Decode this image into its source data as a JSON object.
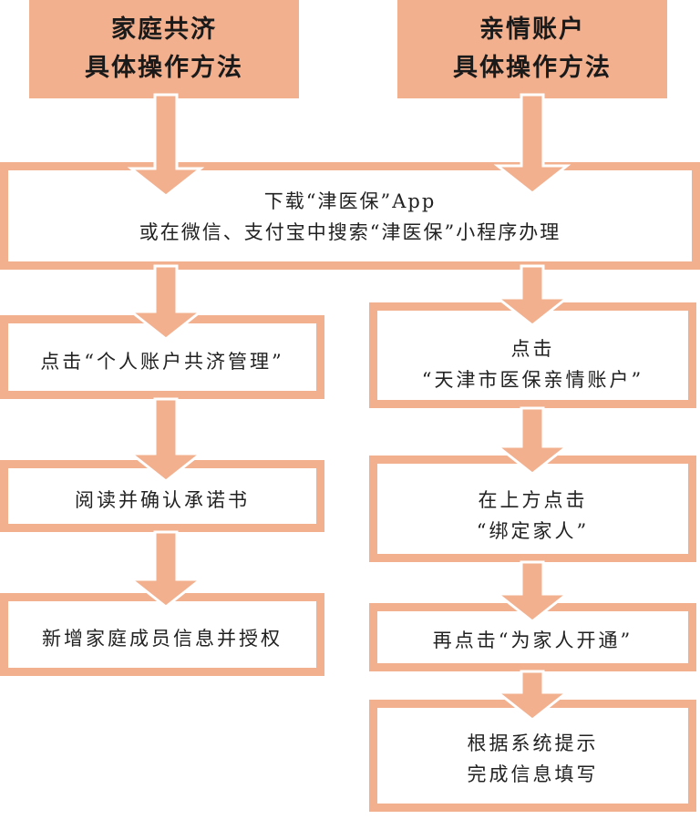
{
  "colors": {
    "accent": "#f2b08f",
    "text": "#222222"
  },
  "left_header": {
    "line1": "家庭共济",
    "line2": "具体操作方法"
  },
  "right_header": {
    "line1": "亲情账户",
    "line2": "具体操作方法"
  },
  "shared_step": {
    "line1": "下载“津医保”App",
    "line2": "或在微信、支付宝中搜索“津医保”小程序办理"
  },
  "left_steps": [
    {
      "line1": "点击“个人账户共济管理”"
    },
    {
      "line1": "阅读并确认承诺书"
    },
    {
      "line1": "新增家庭成员信息并授权"
    }
  ],
  "right_steps": [
    {
      "line1": "点击",
      "line2": "“天津市医保亲情账户”"
    },
    {
      "line1": "在上方点击",
      "line2": "“绑定家人”"
    },
    {
      "line1": "再点击“为家人开通”"
    },
    {
      "line1": "根据系统提示",
      "line2": "完成信息填写"
    }
  ]
}
